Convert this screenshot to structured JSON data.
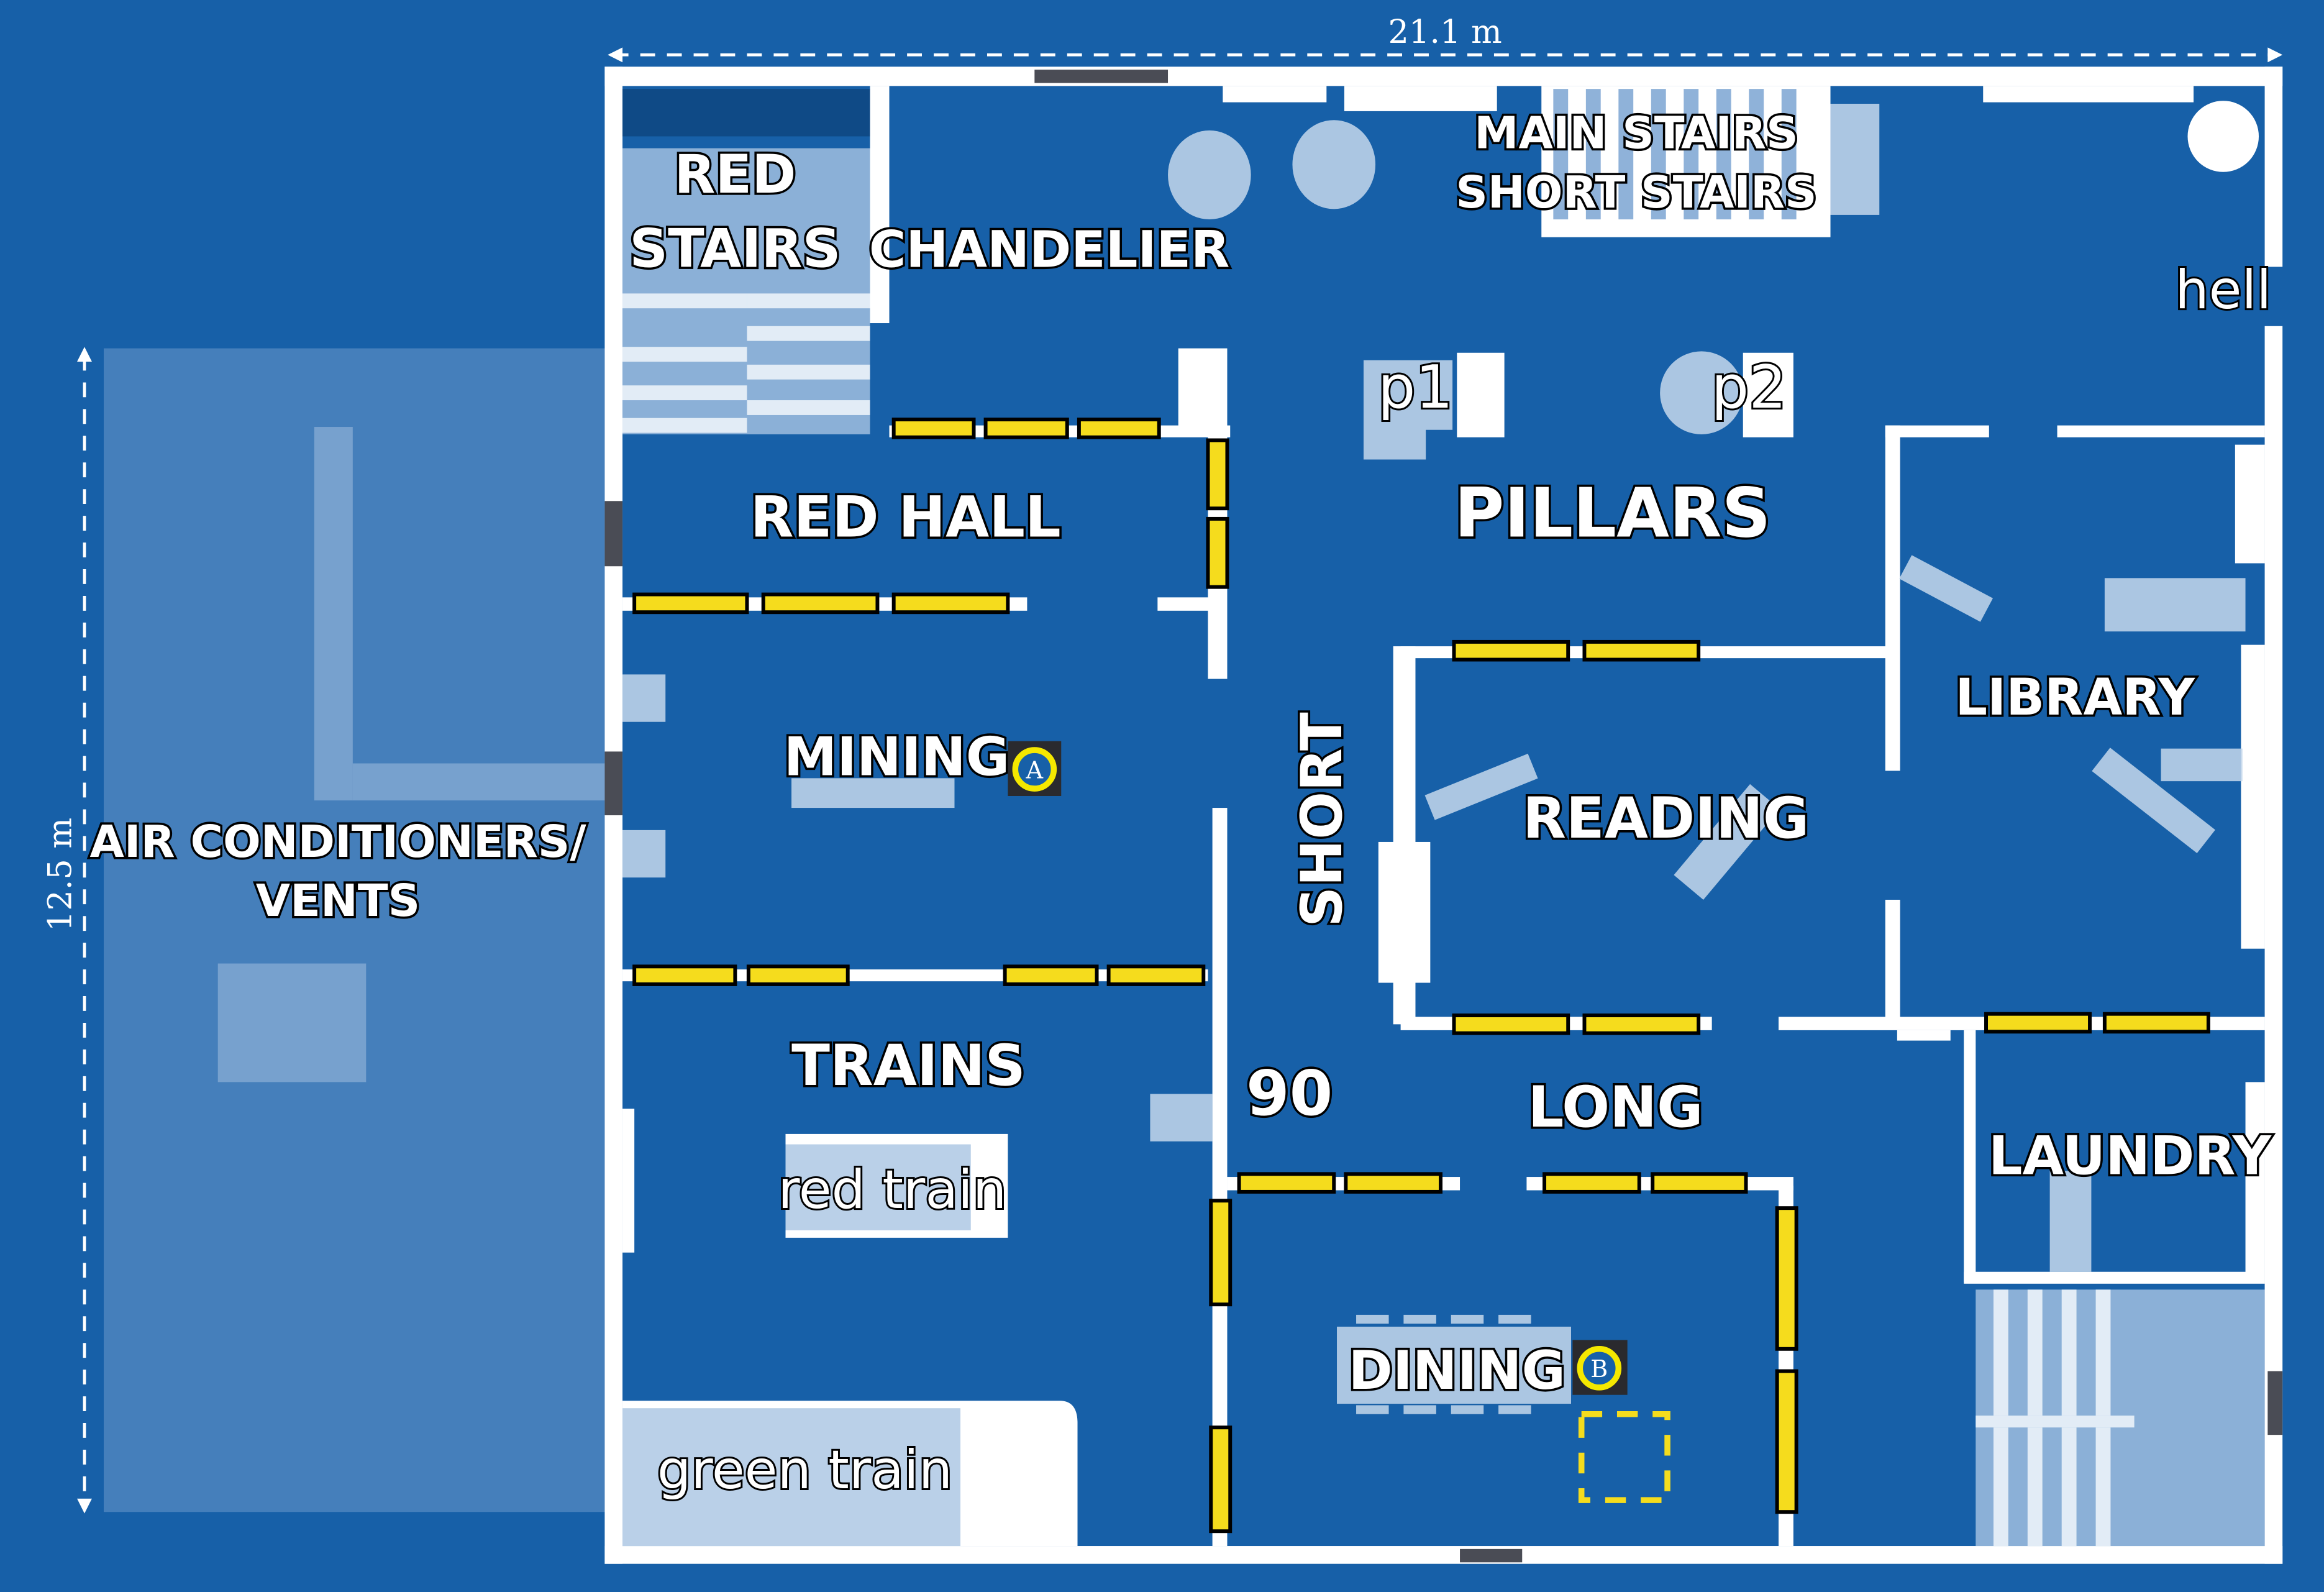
{
  "map": {
    "dimensions": {
      "width_label": "21.1 m",
      "height_label": "12.5 m"
    },
    "rooms": {
      "red_stairs": [
        "RED",
        "STAIRS"
      ],
      "chandelier": "CHANDELIER",
      "main_stairs": "MAIN STAIRS",
      "short_stairs": "SHORT STAIRS",
      "hell": "hell",
      "p1": "p1",
      "p2": "p2",
      "red_hall": "RED HALL",
      "pillars": "PILLARS",
      "mining": "MINING",
      "library": "LIBRARY",
      "reading": "READING",
      "short": "SHORT",
      "air_conditioners": [
        "AIR CONDITIONERS/",
        "VENTS"
      ],
      "trains": "TRAINS",
      "ninety": "90",
      "long": "LONG",
      "laundry": "LAUNDRY",
      "red_train": "red train",
      "green_train": "green train",
      "dining": "DINING"
    },
    "markers": {
      "a": "A",
      "b": "B"
    },
    "colors": {
      "background": "#1760a8",
      "door": "#f5dc1d",
      "wall": "#ffffff"
    }
  }
}
